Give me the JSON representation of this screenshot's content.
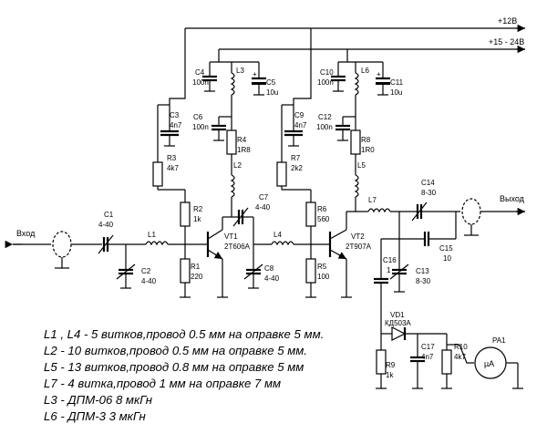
{
  "rails": {
    "r12": "+12В",
    "r1524": "+15 - 24В"
  },
  "ports": {
    "input": "Вход",
    "output": "Выход"
  },
  "stage1": {
    "c1": [
      "C1",
      "4-40"
    ],
    "c2": [
      "C2",
      "4-40"
    ],
    "l1": "L1",
    "c3": [
      "C3",
      "4n7"
    ],
    "c4": [
      "C4",
      "100n"
    ],
    "c5": [
      "C5",
      "10u"
    ],
    "c6": [
      "C6",
      "100n"
    ],
    "l3": "L3",
    "l2": "L2",
    "r2": [
      "R2",
      "1k"
    ],
    "r3": [
      "R3",
      "4k7"
    ],
    "r1": [
      "R1",
      "220"
    ],
    "r4": [
      "R4",
      "1R8"
    ],
    "vt1": [
      "VT1",
      "2T606A"
    ],
    "c7": [
      "C7",
      "4-40"
    ],
    "c8": [
      "C8",
      "4-40"
    ],
    "l4": "L4"
  },
  "stage2": {
    "c9": [
      "C9",
      "4n7"
    ],
    "c10": [
      "C10",
      "100n"
    ],
    "c11": [
      "C11",
      "10u"
    ],
    "c12": [
      "C12",
      "100n"
    ],
    "l6": "L6",
    "l5": "L5",
    "r7": [
      "R7",
      "2k2"
    ],
    "r6": [
      "R6",
      "560"
    ],
    "r5": [
      "R5",
      "100"
    ],
    "r8": [
      "R8",
      "1R0"
    ],
    "vt2": [
      "VT2",
      "2T907A"
    ]
  },
  "output": {
    "l7": "L7",
    "c14": [
      "C14",
      "8-30"
    ],
    "c15": [
      "C15",
      "10"
    ],
    "c16": [
      "C16",
      "1"
    ],
    "c13": [
      "C13",
      "8-30"
    ],
    "vd1": [
      "VD1",
      "КД503А"
    ],
    "c17": [
      "C17",
      "4n7"
    ],
    "r9": [
      "R9",
      "1k"
    ],
    "r10": [
      "R10",
      "4k7"
    ],
    "pa1": "PA1",
    "meter": "µA"
  },
  "notes": [
    "L1 , L4 - 5 витков,провод 0.5 мм на оправке 5 мм.",
    "L2 - 10 витков,провод 0.5 мм на оправке 5 мм.",
    "L5 - 13 витков,провод 0.8 мм на оправке 5 мм",
    "L7 - 4 витка,провод 1 мм на оправке 7 мм",
    "L3 - ДПМ-06 8 мкГн",
    "L6 - ДПМ-3 3 мкГн"
  ]
}
